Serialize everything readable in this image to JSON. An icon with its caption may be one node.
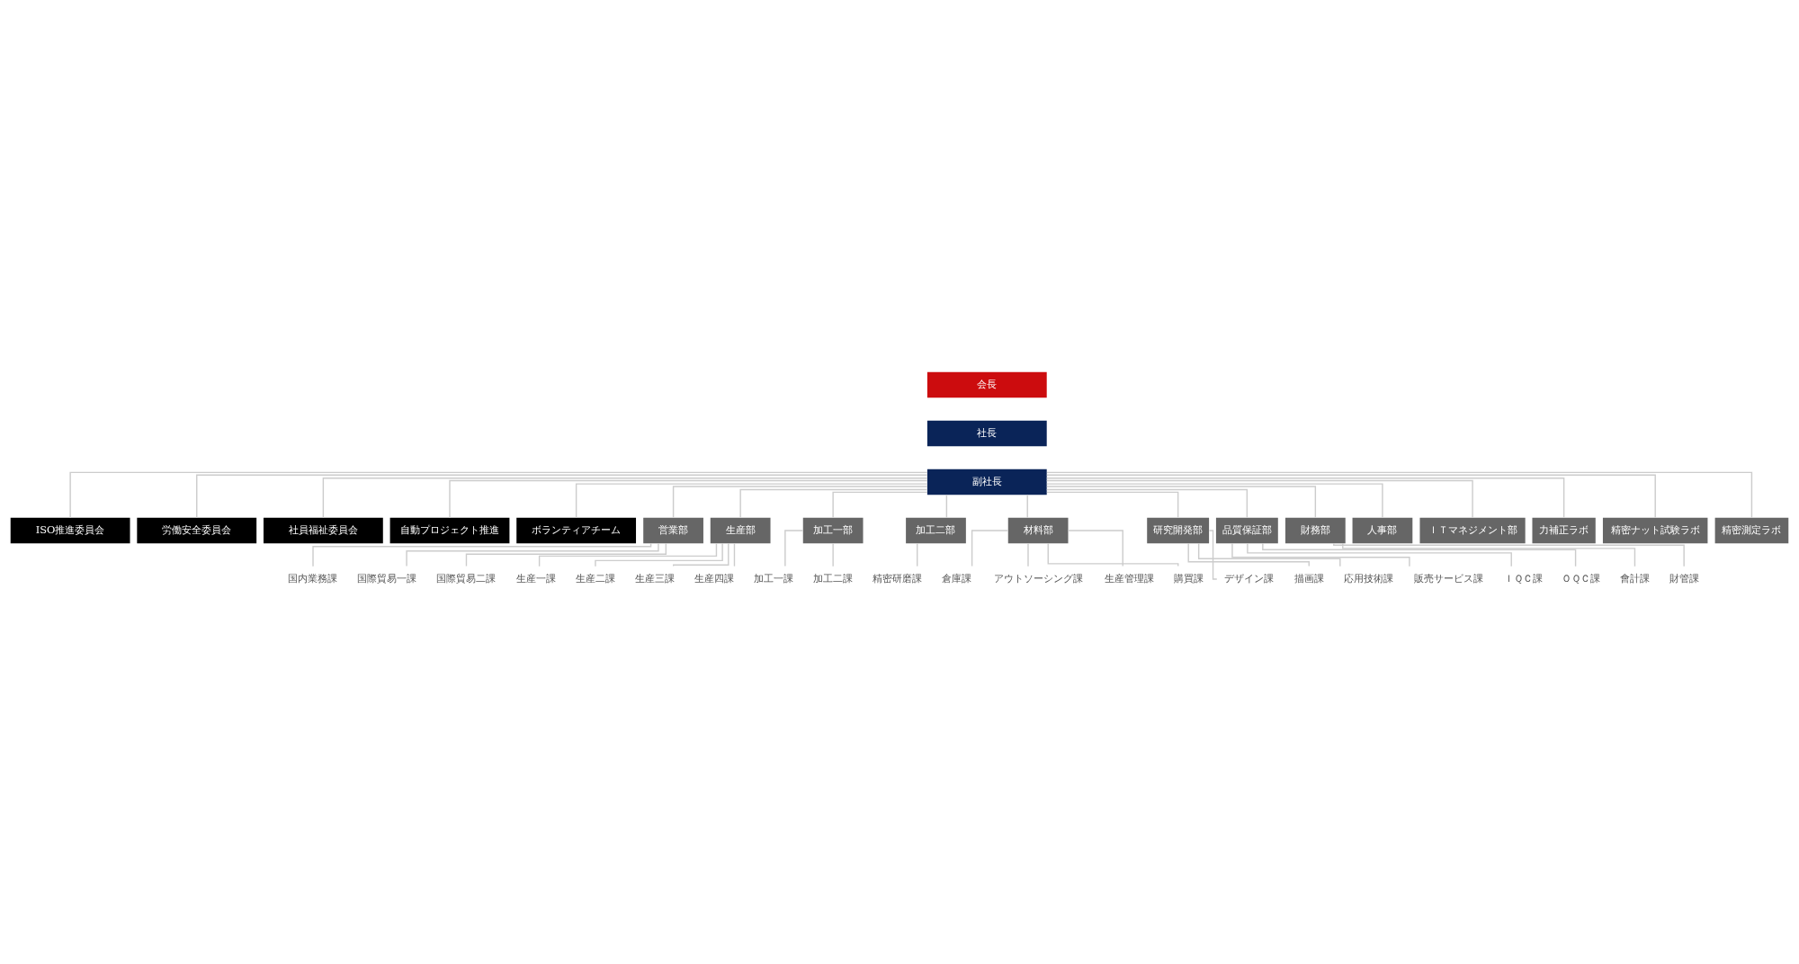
{
  "diagram": {
    "nodes": [
      {
        "text": [
          "会長"
        ]
      },
      {
        "text": [
          "社長"
        ]
      },
      {
        "text": [
          "副社長"
        ]
      },
      {
        "text": [
          "ISO推進委員会"
        ]
      },
      {
        "text": [
          "労働安全委員会"
        ]
      },
      {
        "text": [
          "社員福祉委員会"
        ]
      },
      {
        "text": [
          "自動プロジェクト推進"
        ]
      },
      {
        "text": [
          "ボランティアチーム"
        ]
      },
      {
        "text": [
          "営業部"
        ]
      },
      {
        "text": [
          "生産部"
        ]
      },
      {
        "text": [
          "加工一部"
        ]
      },
      {
        "text": [
          "加工二部"
        ]
      },
      {
        "text": [
          "材料部"
        ]
      },
      {
        "text": [
          "研究開発部"
        ]
      },
      {
        "text": [
          "品質保証部"
        ]
      },
      {
        "text": [
          "財務部"
        ]
      },
      {
        "text": [
          "人事部"
        ]
      },
      {
        "text": [
          "ＩＴマネジメント部"
        ]
      },
      {
        "text": [
          "力補正ラボ"
        ]
      },
      {
        "text": [
          "精密ナット試験ラボ"
        ]
      },
      {
        "text": [
          "精密測定ラボ"
        ]
      },
      {
        "text": [
          "国内業務課"
        ]
      },
      {
        "text": [
          "国際貿易一課"
        ]
      },
      {
        "text": [
          "国際貿易二課"
        ]
      },
      {
        "text": [
          "生産一課"
        ]
      },
      {
        "text": [
          "生産二課"
        ]
      },
      {
        "text": [
          "生産三課"
        ]
      },
      {
        "text": [
          "生産四課"
        ]
      },
      {
        "text": [
          "加工一課"
        ]
      },
      {
        "text": [
          "加工二課"
        ]
      },
      {
        "text": [
          "精密研磨課"
        ]
      },
      {
        "text": [
          "倉庫課"
        ]
      },
      {
        "text": [
          "アウトソーシング課"
        ]
      },
      {
        "text": [
          "生産管理課"
        ]
      },
      {
        "text": [
          "購買課"
        ]
      },
      {
        "text": [
          "デザイン課"
        ]
      },
      {
        "text": [
          "描画課"
        ]
      },
      {
        "text": [
          "応用技術課"
        ]
      },
      {
        "text": [
          "販売サービス課"
        ]
      },
      {
        "text": [
          "ＩＱＣ課"
        ]
      },
      {
        "text": [
          "ＯＱＣ課"
        ]
      },
      {
        "text": [
          "會計課"
        ]
      },
      {
        "text": [
          "財管課"
        ]
      }
    ],
    "edges": [
      {
        "from": 2,
        "to": 3,
        "arrow": "none"
      },
      {
        "from": 2,
        "to": 4,
        "arrow": "none"
      },
      {
        "from": 2,
        "to": 5,
        "arrow": "none"
      },
      {
        "from": 2,
        "to": 6,
        "arrow": "none"
      },
      {
        "from": 2,
        "to": 7,
        "arrow": "none"
      },
      {
        "from": 2,
        "to": 8,
        "arrow": "none"
      },
      {
        "from": 2,
        "to": 9,
        "arrow": "none"
      },
      {
        "from": 2,
        "to": 10,
        "arrow": "none"
      },
      {
        "from": 2,
        "to": 11,
        "arrow": "none"
      },
      {
        "from": 2,
        "to": 12,
        "arrow": "none"
      },
      {
        "from": 2,
        "to": 13,
        "arrow": "none"
      },
      {
        "from": 2,
        "to": 14,
        "arrow": "none"
      },
      {
        "from": 2,
        "to": 15,
        "arrow": "none"
      },
      {
        "from": 2,
        "to": 16,
        "arrow": "none"
      },
      {
        "from": 2,
        "to": 17,
        "arrow": "none"
      },
      {
        "from": 2,
        "to": 18,
        "arrow": "none"
      },
      {
        "from": 2,
        "to": 19,
        "arrow": "none"
      },
      {
        "from": 2,
        "to": 20,
        "arrow": "none"
      },
      {
        "from": 8,
        "to": 21,
        "arrow": "none"
      },
      {
        "from": 8,
        "to": 22,
        "arrow": "none"
      },
      {
        "from": 8,
        "to": 23,
        "arrow": "none"
      },
      {
        "from": 9,
        "to": 24,
        "arrow": "none"
      },
      {
        "from": 9,
        "to": 25,
        "arrow": "none"
      },
      {
        "from": 9,
        "to": 26,
        "arrow": "none"
      },
      {
        "from": 9,
        "to": 27,
        "arrow": "none"
      },
      {
        "from": 10,
        "to": 28,
        "arrow": "none"
      },
      {
        "from": 10,
        "to": 29,
        "arrow": "none"
      },
      {
        "from": 11,
        "to": 30,
        "arrow": "none"
      },
      {
        "from": 12,
        "to": 31,
        "arrow": "none"
      },
      {
        "from": 12,
        "to": 32,
        "arrow": "none"
      },
      {
        "from": 12,
        "to": 33,
        "arrow": "none"
      },
      {
        "from": 12,
        "to": 34,
        "arrow": "none"
      },
      {
        "from": 13,
        "to": 35,
        "arrow": "none"
      },
      {
        "from": 13,
        "to": 36,
        "arrow": "none"
      },
      {
        "from": 13,
        "to": 37,
        "arrow": "none"
      },
      {
        "from": 14,
        "to": 38,
        "arrow": "none"
      },
      {
        "from": 14,
        "to": 39,
        "arrow": "none"
      },
      {
        "from": 14,
        "to": 40,
        "arrow": "none"
      },
      {
        "from": 15,
        "to": 41,
        "arrow": "none"
      },
      {
        "from": 15,
        "to": 42,
        "arrow": "none"
      }
    ]
  }
}
